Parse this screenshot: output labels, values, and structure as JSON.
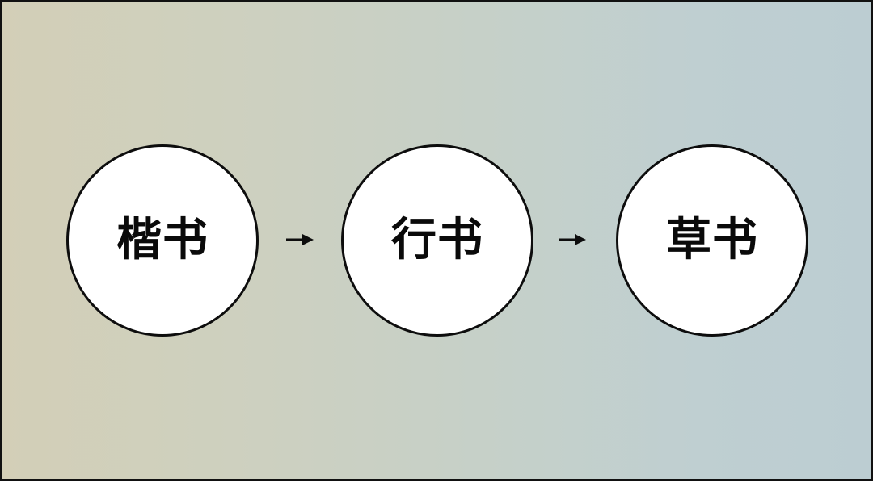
{
  "diagram": {
    "nodes": [
      {
        "label": "楷书"
      },
      {
        "label": "行书"
      },
      {
        "label": "草书"
      }
    ],
    "edges": [
      {
        "from": 0,
        "to": 1
      },
      {
        "from": 1,
        "to": 2
      }
    ]
  },
  "colors": {
    "gradient_left": "#d3cfb7",
    "gradient_right": "#bccdd2",
    "node_fill": "#ffffff",
    "stroke": "#0d0d0d"
  }
}
